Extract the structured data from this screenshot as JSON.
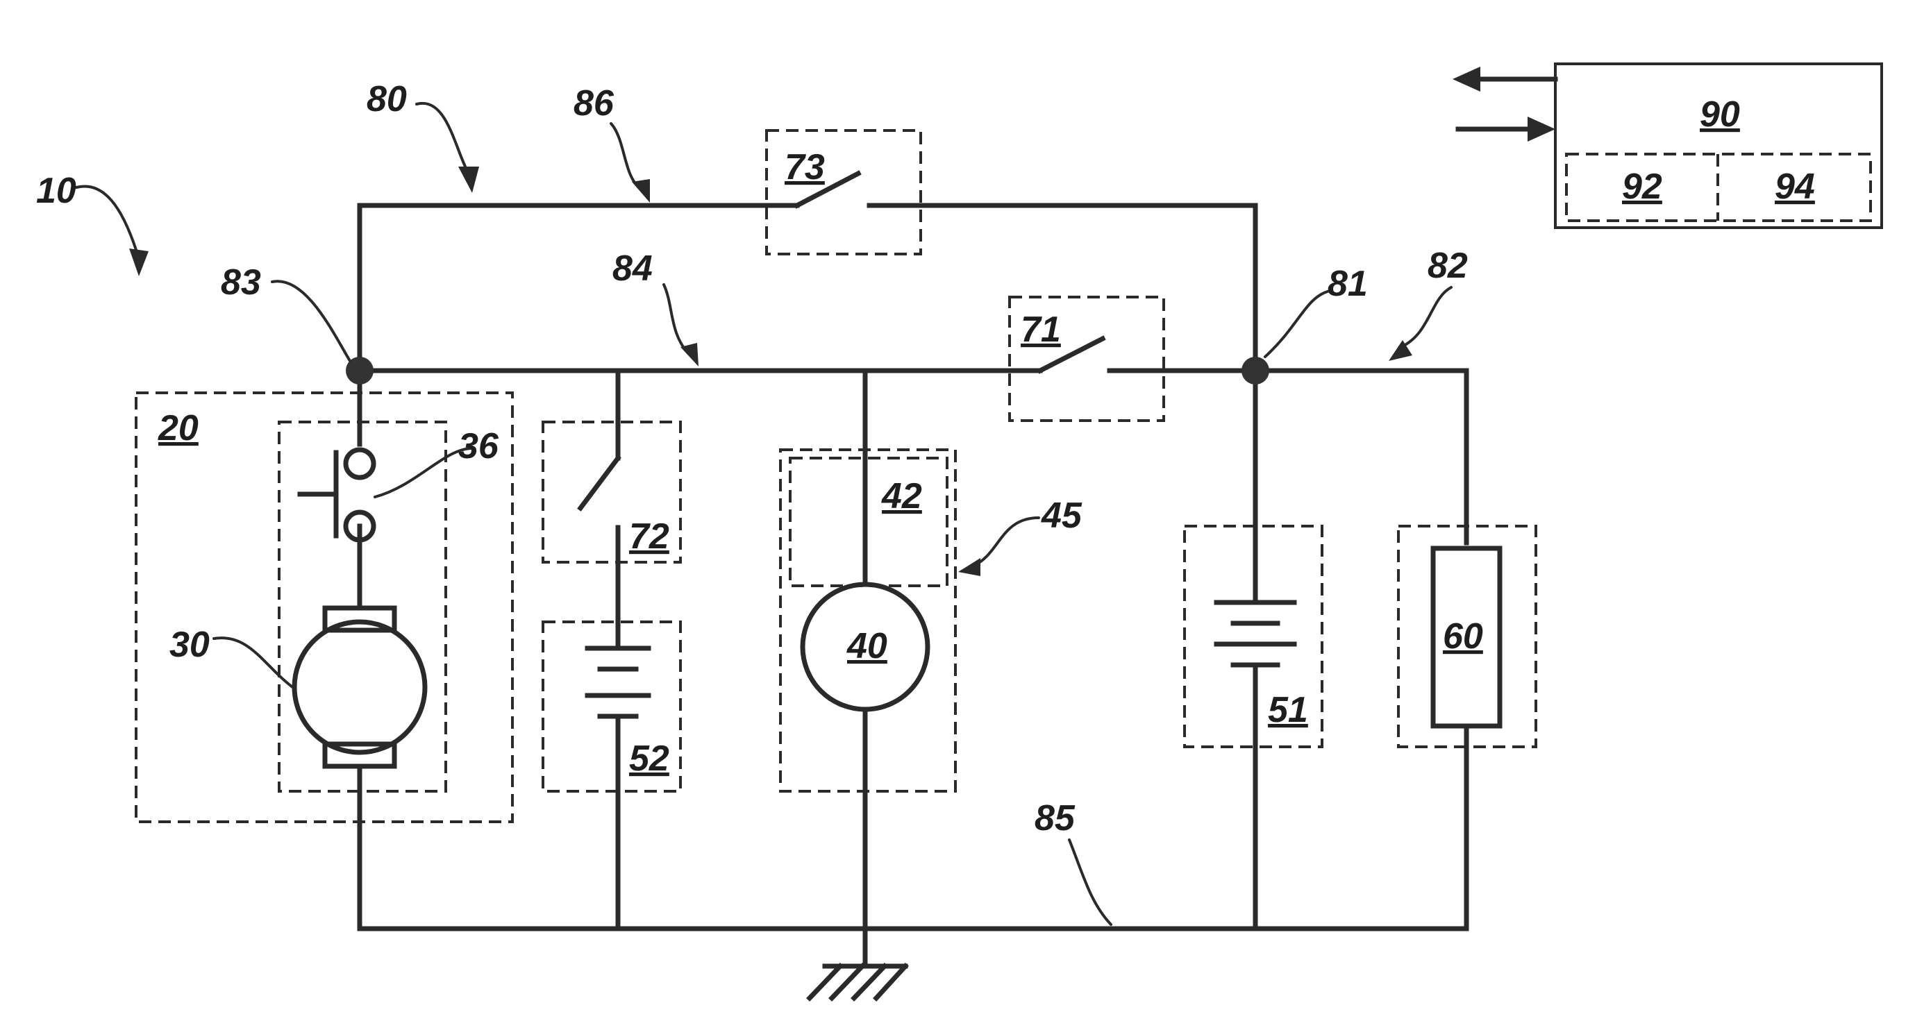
{
  "refs": {
    "system": "10",
    "module": "20",
    "motor": "30",
    "motor_switch": "36",
    "machine": "40",
    "machine_switch": "42",
    "machine_group": "45",
    "battery_main": "51",
    "battery_aux": "52",
    "load": "60",
    "switch_71": "71",
    "switch_72": "72",
    "switch_73": "73",
    "network": "80",
    "node_81": "81",
    "bus_82": "82",
    "node_83": "83",
    "bus_84": "84",
    "ground_bus": "85",
    "bypass": "86",
    "controller": "90",
    "controller_part_a": "92",
    "controller_part_b": "94"
  }
}
